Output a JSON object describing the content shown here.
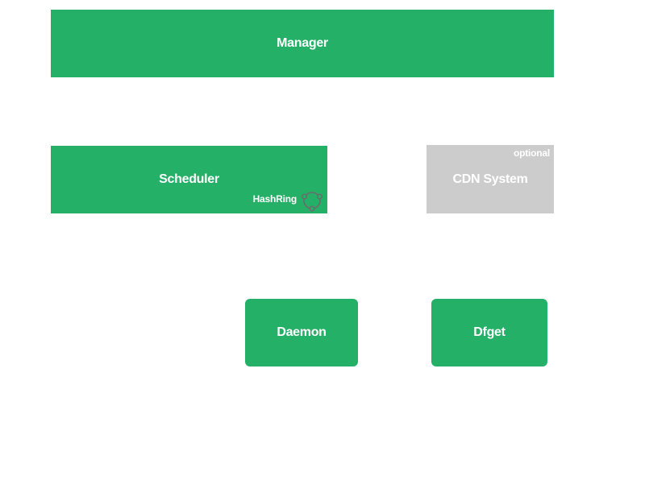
{
  "diagram": {
    "nodes": {
      "manager": {
        "label": "Manager"
      },
      "scheduler": {
        "label": "Scheduler",
        "tag": "HashRing"
      },
      "cdn": {
        "label": "CDN System",
        "tag": "optional"
      },
      "daemon": {
        "label": "Daemon"
      },
      "dfget": {
        "label": "Dfget"
      }
    },
    "colors": {
      "primary": "#25b067",
      "optional": "#cccccc",
      "text": "#ffffff",
      "icon_stroke": "#6b6b6b"
    },
    "icons": {
      "hashring": "hashring-icon"
    }
  }
}
